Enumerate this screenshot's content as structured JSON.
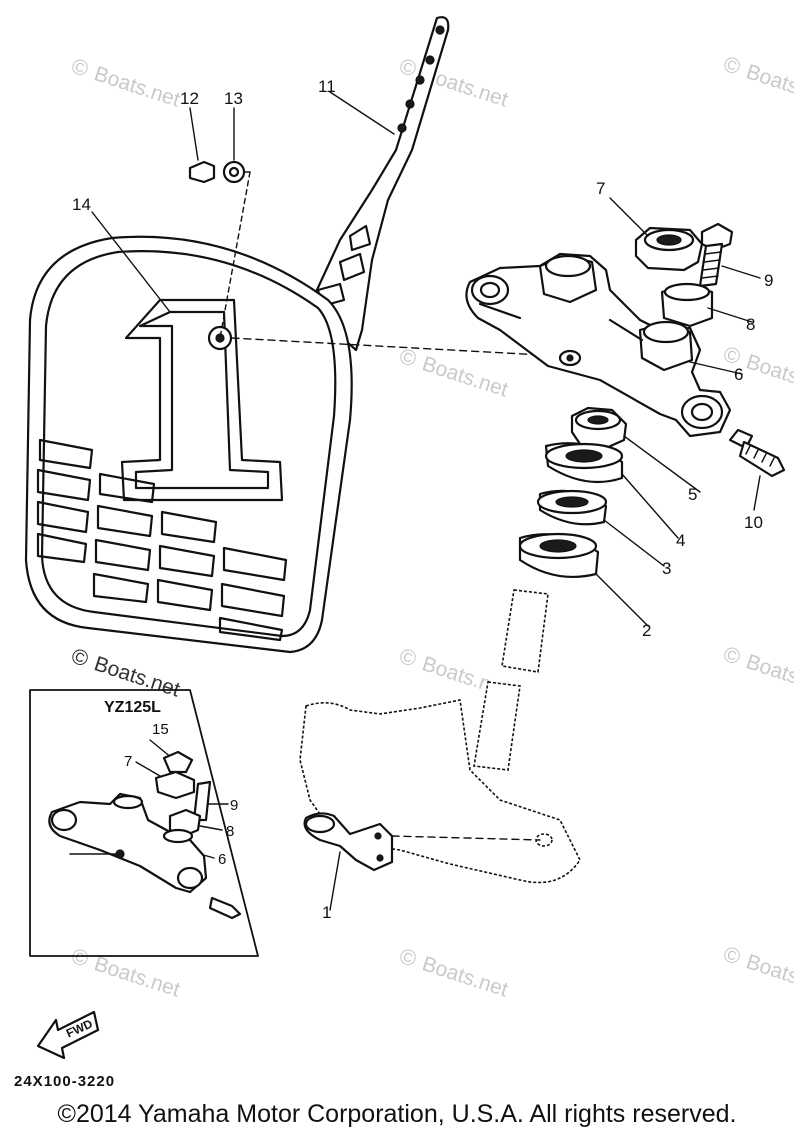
{
  "watermark": {
    "symbol": "©",
    "text": "Boats.net"
  },
  "callouts": {
    "c1": "1",
    "c2": "2",
    "c3": "3",
    "c4": "4",
    "c5": "5",
    "c6": "6",
    "c7": "7",
    "c8": "8",
    "c9": "9",
    "c10": "10",
    "c11": "11",
    "c12": "12",
    "c13": "13",
    "c14": "14"
  },
  "inset": {
    "model_label": "YZ125L",
    "callouts": {
      "c15": "15",
      "c7": "7",
      "c9": "9",
      "c8": "8",
      "c6": "6"
    }
  },
  "fwd_label": "FWD",
  "diagram_code": "24X100-3220",
  "copyright": "©2014 Yamaha Motor Corporation, U.S.A. All rights reserved."
}
